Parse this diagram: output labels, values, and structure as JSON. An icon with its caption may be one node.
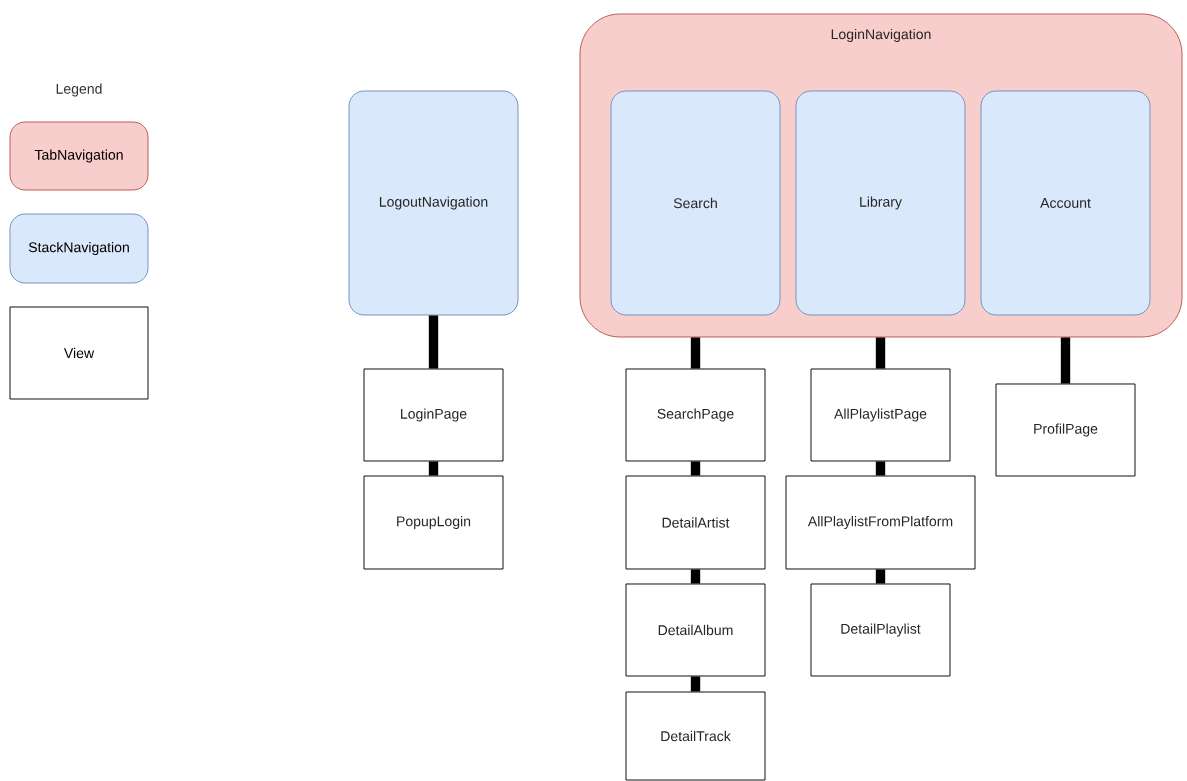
{
  "diagram": {
    "nodes": [
      {
        "text": [
          "LogoutNavigation"
        ]
      },
      {
        "text": [
          "LoginNavigation"
        ]
      },
      {
        "text": [
          "Search"
        ],
        "in": 1
      },
      {
        "text": [
          "Library"
        ],
        "in": 1
      },
      {
        "text": [
          "Account"
        ],
        "in": 1
      },
      {
        "text": [
          "LoginPage"
        ]
      },
      {
        "text": [
          "PopupLogin"
        ]
      },
      {
        "text": [
          "SearchPage"
        ]
      },
      {
        "text": [
          "DetailArtist"
        ]
      },
      {
        "text": [
          "DetailAlbum"
        ]
      },
      {
        "text": [
          "DetailTrack"
        ]
      },
      {
        "text": [
          "AllPlaylistPage"
        ]
      },
      {
        "text": [
          "AllPlaylistFromPlatform"
        ]
      },
      {
        "text": [
          "DetailPlaylist"
        ]
      },
      {
        "text": [
          "ProfilPage"
        ]
      }
    ],
    "edges": [
      {
        "from": 0,
        "to": 5,
        "arrow": "none"
      },
      {
        "from": 5,
        "to": 6,
        "arrow": "none"
      },
      {
        "from": 2,
        "to": 7,
        "arrow": "none"
      },
      {
        "from": 7,
        "to": 8,
        "arrow": "none"
      },
      {
        "from": 8,
        "to": 9,
        "arrow": "none"
      },
      {
        "from": 9,
        "to": 10,
        "arrow": "none"
      },
      {
        "from": 3,
        "to": 11,
        "arrow": "none"
      },
      {
        "from": 11,
        "to": 12,
        "arrow": "none"
      },
      {
        "from": 12,
        "to": 13,
        "arrow": "none"
      },
      {
        "from": 4,
        "to": 14,
        "arrow": "none"
      }
    ],
    "labels": [
      "Legend"
    ],
    "legend": [
      {
        "text": "TabNavigation",
        "color": "#f8cecc"
      },
      {
        "text": "StackNavigation",
        "color": "#dae8fc"
      },
      {
        "text": "View"
      }
    ]
  }
}
